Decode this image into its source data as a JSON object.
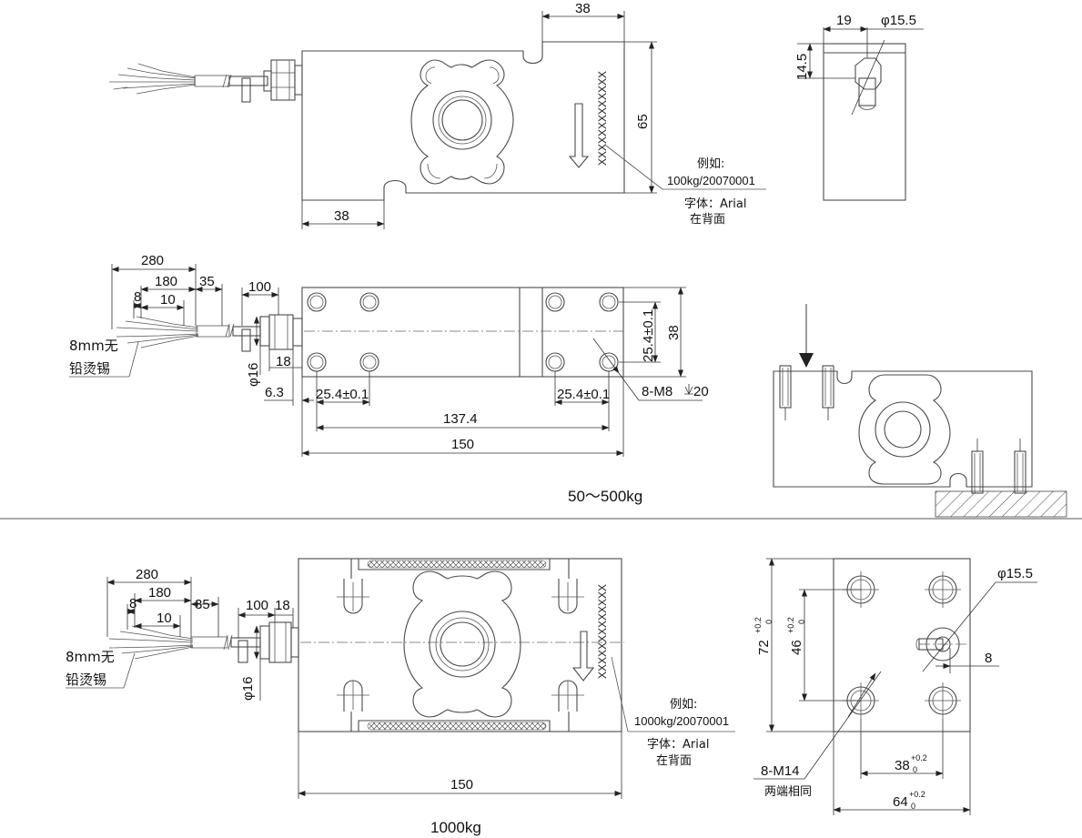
{
  "section_top": {
    "title": "50～500kg",
    "front_view": {
      "dim_top": "38",
      "dim_bottom": "38",
      "dim_height": "65",
      "marking": "XXXXXXXXXXXXX",
      "note_example_label": "例如:",
      "note_example_value": "100kg/20070001",
      "note_font": "字体：Arial",
      "note_location": "在背面"
    },
    "side_view": {
      "dim_width": "19",
      "dim_dia": "φ15.5",
      "dim_height": "14.5"
    },
    "top_view": {
      "dim_cable_280": "280",
      "dim_cable_180": "180",
      "dim_35": "35",
      "dim_8": "8",
      "dim_10": "10",
      "dim_100": "100",
      "dim_18": "18",
      "dim_phi16": "φ16",
      "dim_6_3": "6.3",
      "dim_25_4_left": "25.4±0.1",
      "dim_25_4_right": "25.4±0.1",
      "dim_25_4_vert": "25.4±0.1",
      "dim_38": "38",
      "dim_137_4": "137.4",
      "dim_150": "150",
      "hole_label": "8-M8",
      "hole_depth": "20",
      "wire_label_1": "8mm无",
      "wire_label_2": "铅烫锡"
    }
  },
  "section_bottom": {
    "title": "1000kg",
    "front_view": {
      "dim_280": "280",
      "dim_180": "180",
      "dim_35": "35",
      "dim_8": "8",
      "dim_10": "10",
      "dim_100": "100",
      "dim_18": "18",
      "dim_phi16": "φ16",
      "dim_150": "150",
      "marking": "XXXXXXXXXXXXX",
      "note_example_label": "例如:",
      "note_example_value": "1000kg/20070001",
      "note_font": "字体：Arial",
      "note_location": "在背面",
      "wire_label_1": "8mm无",
      "wire_label_2": "铅烫锡"
    },
    "end_view": {
      "dim_dia": "φ15.5",
      "dim_8": "8",
      "dim_72": "72",
      "dim_46": "46",
      "dim_38": "38",
      "dim_64": "64",
      "tol_upper": "+0.2",
      "tol_lower": "0",
      "hole_label": "8-M14",
      "hole_note": "两端相同"
    }
  }
}
